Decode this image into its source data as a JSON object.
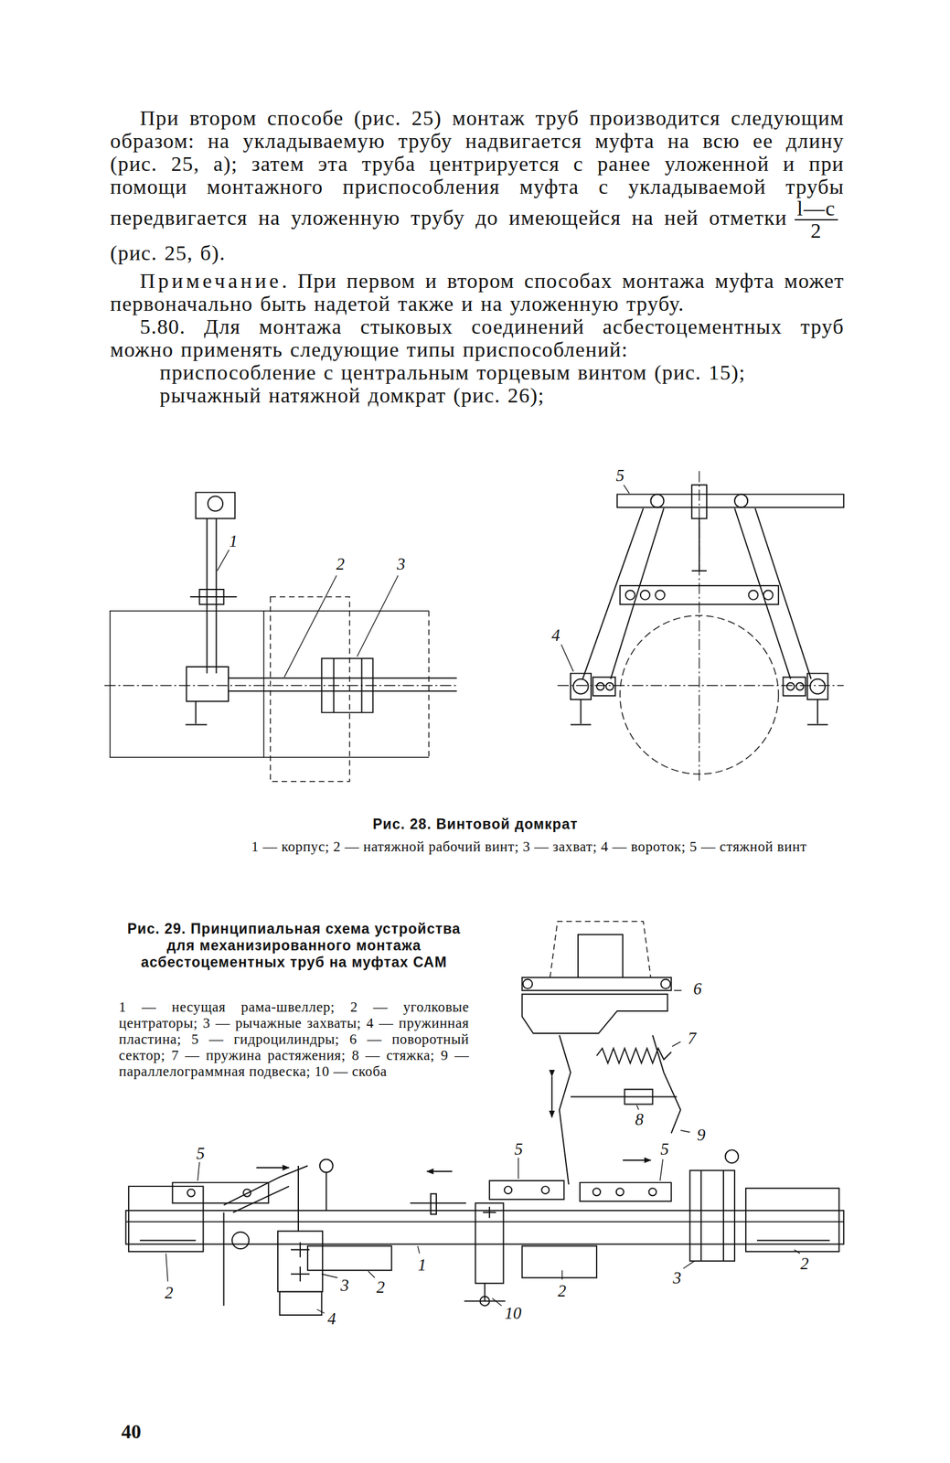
{
  "diagram": {
    "labels": [
      "При втором способе (рис. 25) монтаж труб производится следующим образом: на укладываемую трубу надвигается муфта на всю ее длину (рис. 25, а); затем эта труба центрируется с ранее уложенной и при помощи монтажного приспособления муфта с укладываемой трубы передвигается на уложенную трубу до имеющейся на ней отметки",
      "l—c",
      "2",
      "(рис. 25, б).",
      "Примечание.",
      "При первом и втором способах монтажа муфта может первоначально быть надетой также и на уложенную трубу.",
      "5.80. Для монтажа стыковых соединений асбестоцементных труб можно применять следующие типы приспособлений:",
      "приспособление с центральным торцевым винтом (рис. 15);",
      "рычажный натяжной домкрат (рис. 26);",
      "5",
      "1",
      "2",
      "3",
      "4",
      "Рис. 28. Винтовой домкрат",
      "1 — корпус; 2 — натяжной рабочий винт; 3 — захват; 4 — вороток; 5 — стяжной винт",
      "Рис. 29. Принципиальная схема устройства для механизированного монтажа асбестоцементных труб на муфтах САМ",
      "1 — несущая рама-швеллер; 2 — уголковые центраторы; 3 — рычажные захваты; 4 — пружинная пластина; 5 — гидроцилиндры; 6 — поворотный сектор; 7 — пружина растяжения; 8 — стяжка; 9 — параллелограммная подвеска; 10 — скоба",
      "6",
      "7",
      "8",
      "9",
      "5",
      "5",
      "5",
      "1",
      "2",
      "3",
      "2",
      "4",
      "10",
      "2",
      "3",
      "2",
      "40"
    ]
  }
}
